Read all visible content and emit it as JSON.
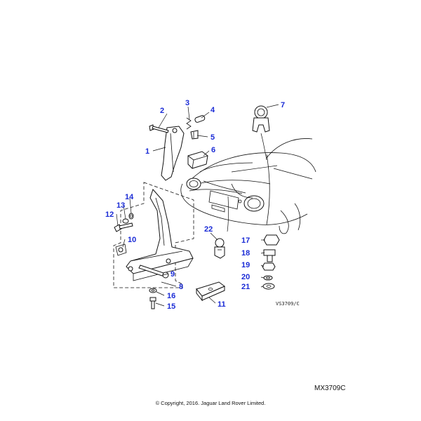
{
  "callouts": [
    {
      "id": "c1",
      "label": "1"
    },
    {
      "id": "c2",
      "label": "2"
    },
    {
      "id": "c3",
      "label": "3"
    },
    {
      "id": "c4",
      "label": "4"
    },
    {
      "id": "c5",
      "label": "5"
    },
    {
      "id": "c6",
      "label": "6"
    },
    {
      "id": "c7",
      "label": "7"
    },
    {
      "id": "c8",
      "label": "8"
    },
    {
      "id": "c9",
      "label": "9"
    },
    {
      "id": "c10",
      "label": "10"
    },
    {
      "id": "c11",
      "label": "11"
    },
    {
      "id": "c12",
      "label": "12"
    },
    {
      "id": "c13",
      "label": "13"
    },
    {
      "id": "c14",
      "label": "14"
    },
    {
      "id": "c15",
      "label": "15"
    },
    {
      "id": "c16",
      "label": "16"
    },
    {
      "id": "c17",
      "label": "17"
    },
    {
      "id": "c18",
      "label": "18"
    },
    {
      "id": "c19",
      "label": "19"
    },
    {
      "id": "c20",
      "label": "20"
    },
    {
      "id": "c21",
      "label": "21"
    },
    {
      "id": "c22",
      "label": "22"
    }
  ],
  "drawing_ref": "VS3709/C",
  "part_number": "MX3709C",
  "copyright": "© Copyright, 2016. Jaguar Land Rover Limited.",
  "colors": {
    "callout": "#1a2bd6",
    "line": "#111111"
  }
}
